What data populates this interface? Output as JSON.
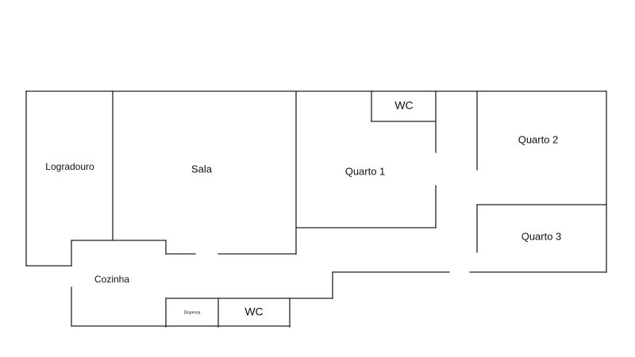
{
  "floor_plan": {
    "rooms": {
      "logradouro": "Logradouro",
      "sala": "Sala",
      "quarto_1": "Quarto 1",
      "wc_top": "WC",
      "quarto_2": "Quarto 2",
      "quarto_3": "Quarto 3",
      "cozinha": "Cozinha",
      "despensa": "Dispensa",
      "wc_bottom": "WC"
    }
  }
}
